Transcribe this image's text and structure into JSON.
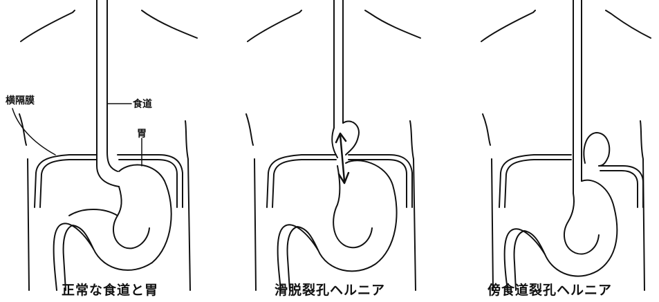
{
  "panels": [
    {
      "caption": "正常な食道と胃",
      "labels": {
        "diaphragm": "横隔膜",
        "esophagus": "食道",
        "stomach": "胃"
      }
    },
    {
      "caption": "滑脱裂孔ヘルニア"
    },
    {
      "caption": "傍食道裂孔ヘルニア"
    }
  ]
}
